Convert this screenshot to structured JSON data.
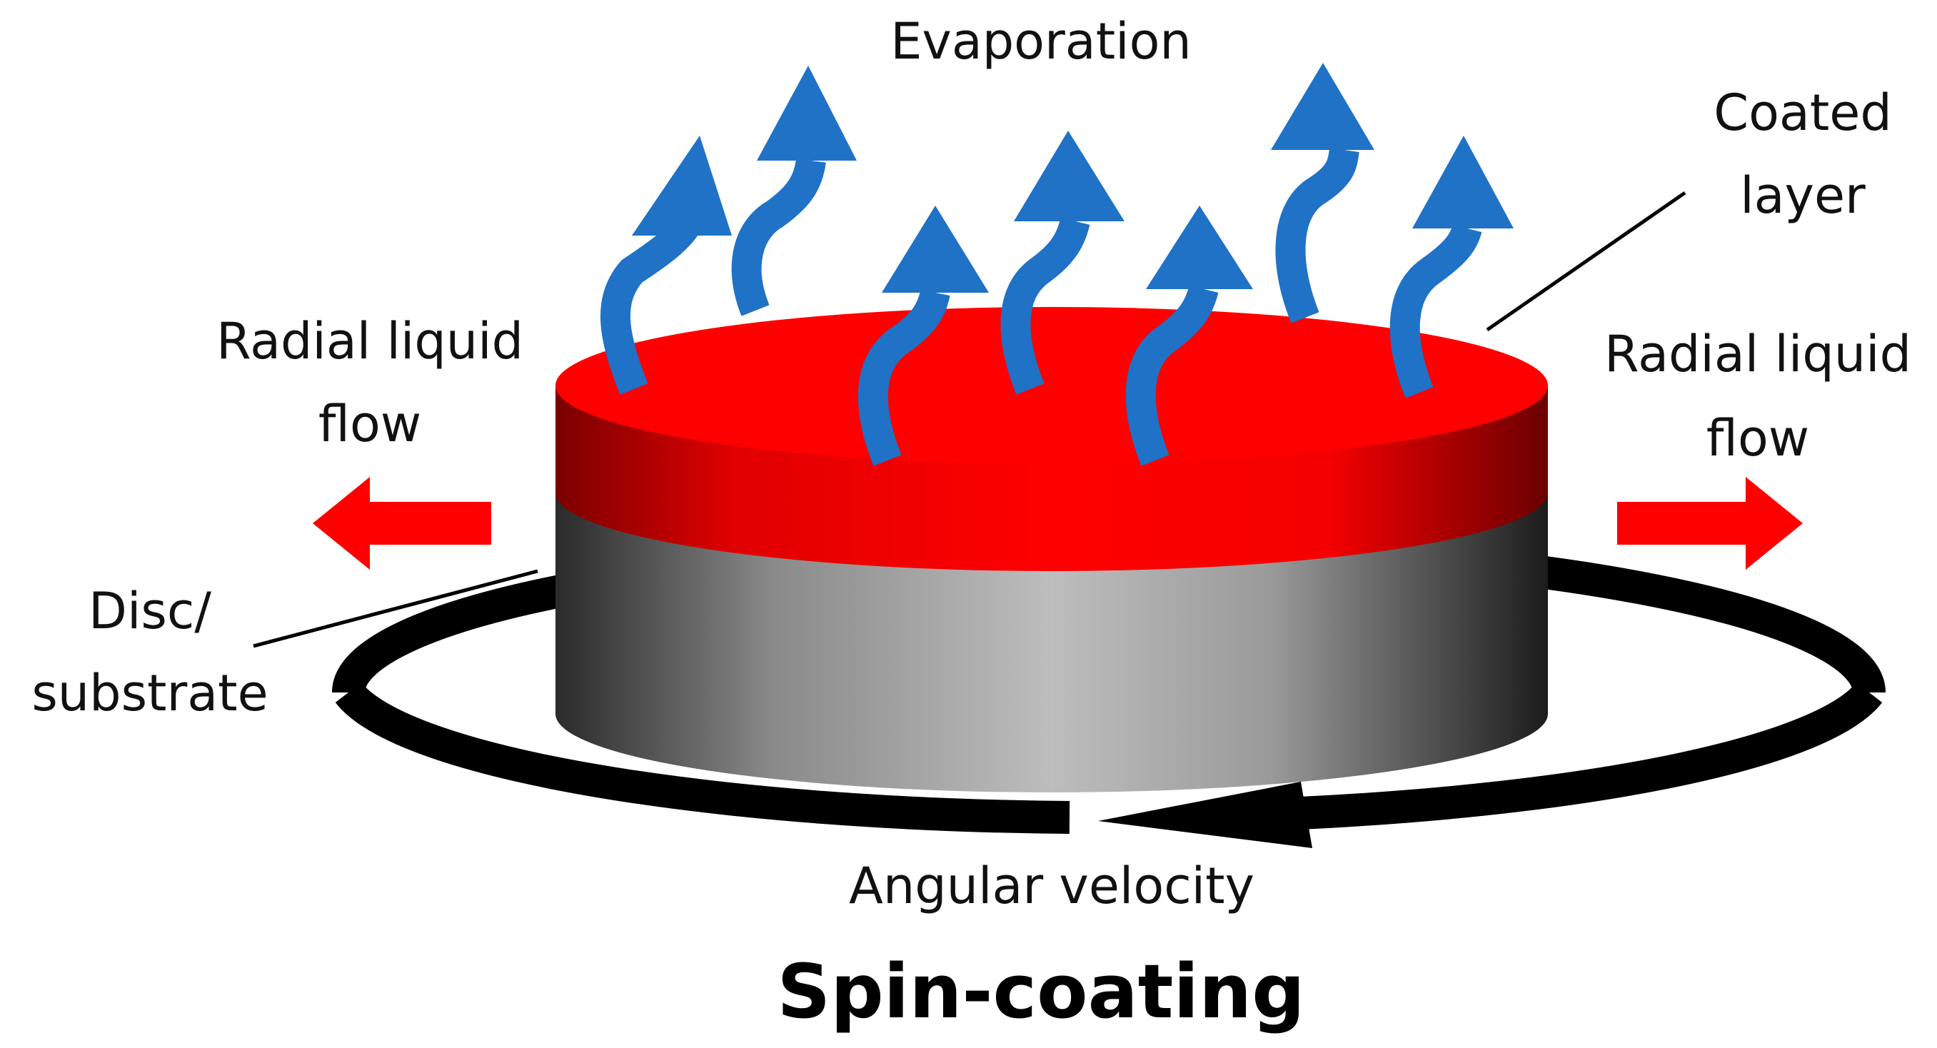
{
  "labels": {
    "evaporation": "Evaporation",
    "coated_layer_line1": "Coated",
    "coated_layer_line2": "layer",
    "radial_left_line1": "Radial liquid",
    "radial_left_line2": "flow",
    "radial_right_line1": "Radial liquid",
    "radial_right_line2": "flow",
    "disc_line1": "Disc/",
    "disc_line2": "substrate",
    "angular_velocity": "Angular velocity",
    "title": "Spin-coating"
  },
  "colors": {
    "coated_layer": "#ff0000",
    "coated_layer_dark": "#7a0000",
    "substrate_light": "#b8b8b8",
    "substrate_dark": "#1e1e1e",
    "evaporation_arrow": "#1f72c6",
    "radial_arrow": "#ff0000",
    "rotation_arrow": "#000000"
  },
  "icons": {
    "evaporation": "curved-up-arrow",
    "radial_flow": "horizontal-arrow",
    "rotation": "circular-arrow"
  }
}
